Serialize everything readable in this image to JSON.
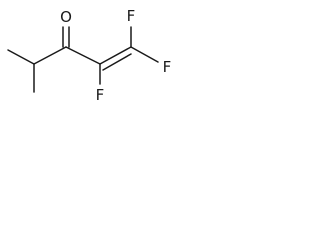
{
  "molecule": {
    "atoms": {
      "oxygen": "O",
      "fluorine_top": "F",
      "fluorine_right": "F",
      "fluorine_bottom": "F"
    }
  }
}
